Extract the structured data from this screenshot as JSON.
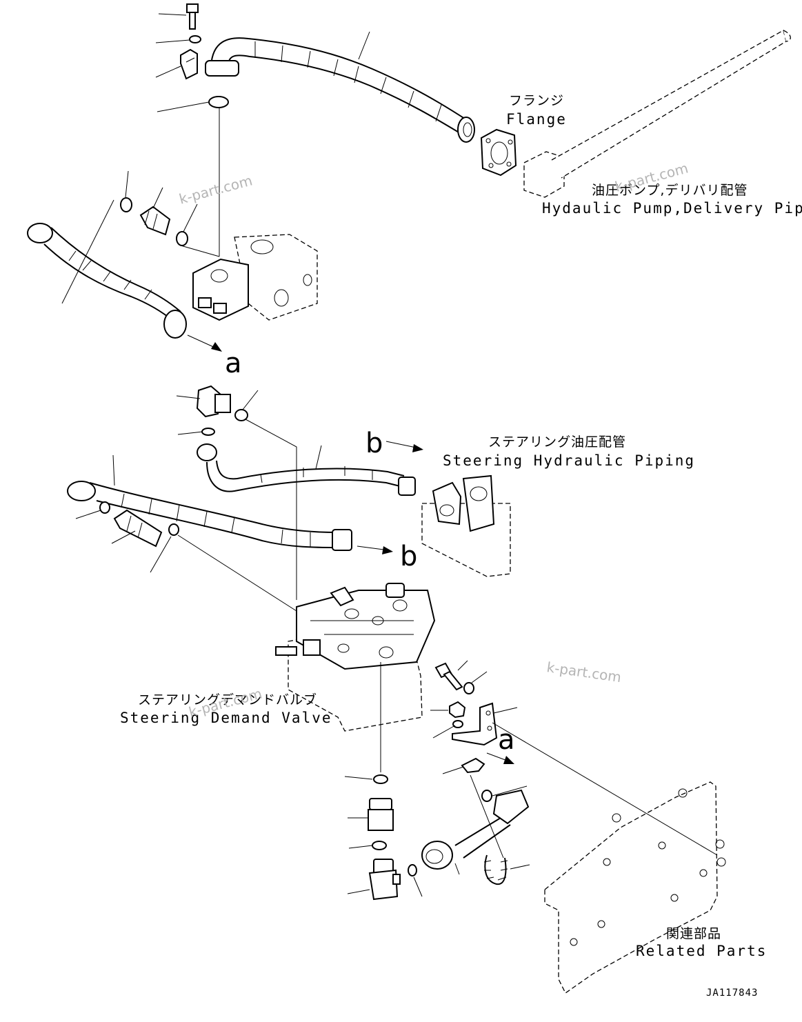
{
  "labels": {
    "flange_jp": "フランジ",
    "flange_en": "Flange",
    "pump_piping_jp": "油圧ポンプ,デリバリ配管",
    "pump_piping_en": "Hydaulic Pump,Delivery Piping",
    "steering_piping_jp": "ステアリング油圧配管",
    "steering_piping_en": "Steering Hydraulic Piping",
    "demand_valve_jp": "ステアリングデマンドバルブ",
    "demand_valve_en": "Steering Demand Valve",
    "related_parts_jp": "関連部品",
    "related_parts_en": "Related Parts"
  },
  "connection_refs": {
    "a": "a",
    "b": "b"
  },
  "watermark": "k-part.com",
  "drawing_code": "JA117843"
}
